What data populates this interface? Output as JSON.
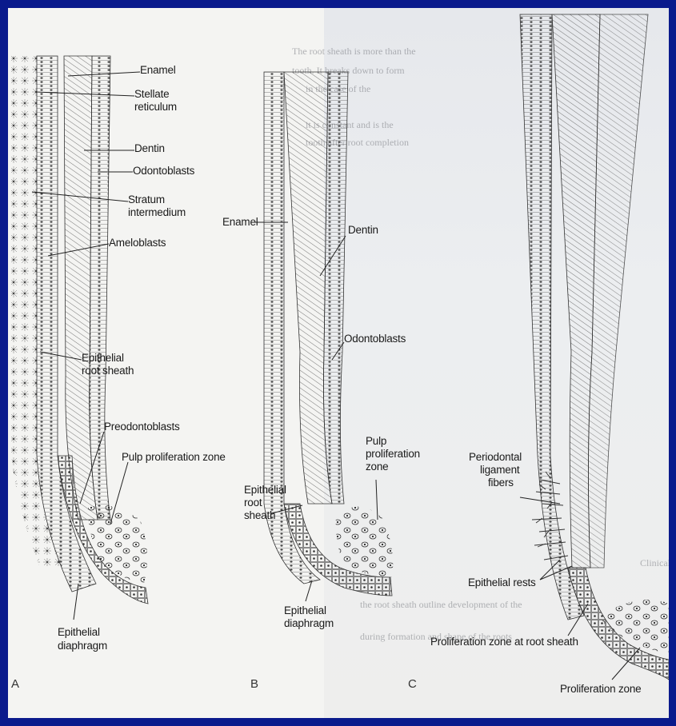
{
  "panels": [
    {
      "letter": "A",
      "labels": {
        "enamel": "Enamel",
        "stellate1": "Stellate",
        "stellate2": "reticulum",
        "dentin": "Dentin",
        "odontoblasts": "Odontoblasts",
        "stratum1": "Stratum",
        "stratum2": "intermedium",
        "ameloblasts": "Ameloblasts",
        "ers1": "Epithelial",
        "ers2": "root sheath",
        "preodontoblasts": "Preodontoblasts",
        "pulp": "Pulp proliferation zone",
        "diaphragm1": "Epithelial",
        "diaphragm2": "diaphragm"
      }
    },
    {
      "letter": "B",
      "labels": {
        "enamel": "Enamel",
        "dentin": "Dentin",
        "odontoblasts": "Odontoblasts",
        "pulp1": "Pulp",
        "pulp2": "proliferation",
        "pulp3": "zone",
        "ers1": "Epithelial",
        "ers2": "root",
        "ers3": "sheath",
        "diaphragm1": "Epithelial",
        "diaphragm2": "diaphragm"
      }
    },
    {
      "letter": "C",
      "labels": {
        "pdl1": "Periodontal",
        "pdl2": "ligament",
        "pdl3": "fibers",
        "rests": "Epithelial rests",
        "prz_sheath": "Proliferation zone at root sheath",
        "prz": "Proliferation zone"
      }
    }
  ],
  "background_text": {
    "lines": [
      "The root sheath is more than the",
      "tooth. It breaks down to form",
      "in the case of the",
      "it is constant and is the",
      "tooth after root completion",
      "Clinical",
      "the root sheath outline development of the",
      "during formation and shape of the roots"
    ]
  },
  "colors": {
    "slide_border": "#0a1a8c",
    "paper": "#f4f4f2",
    "ink": "#1a1a1a"
  }
}
